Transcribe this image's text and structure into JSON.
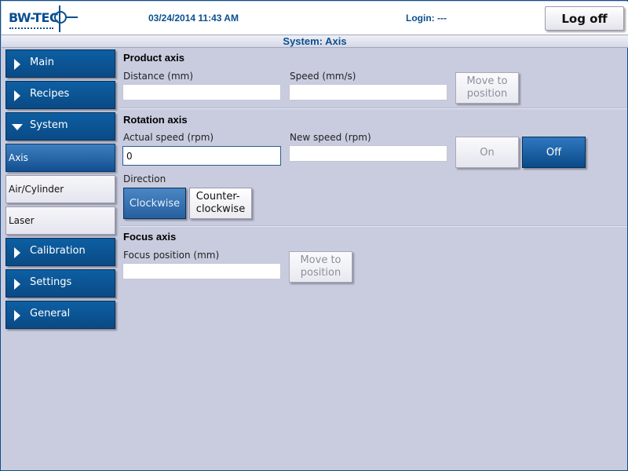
{
  "header": {
    "logo_text": "BW-TEC",
    "datetime": "03/24/2014 11:43 AM",
    "login": "Login: ---",
    "logoff_label": "Log off"
  },
  "title": "System: Axis",
  "sidebar": {
    "items": [
      {
        "label": "Main",
        "type": "group",
        "icon": "chevron-right-icon"
      },
      {
        "label": "Recipes",
        "type": "group",
        "icon": "chevron-right-icon"
      },
      {
        "label": "System",
        "type": "group",
        "icon": "chevron-down-icon",
        "expanded": true
      },
      {
        "label": "Axis",
        "type": "sub",
        "active": true
      },
      {
        "label": "Air/Cylinder",
        "type": "sub"
      },
      {
        "label": "Laser",
        "type": "sub"
      },
      {
        "label": "Calibration",
        "type": "group",
        "icon": "chevron-right-icon"
      },
      {
        "label": "Settings",
        "type": "group",
        "icon": "chevron-right-icon"
      },
      {
        "label": "General",
        "type": "group",
        "icon": "chevron-right-icon"
      }
    ]
  },
  "product_axis": {
    "title": "Product axis",
    "distance_label": "Distance (mm)",
    "distance_value": "",
    "speed_label": "Speed (mm/s)",
    "speed_value": "",
    "move_button": "Move to\nposition"
  },
  "rotation_axis": {
    "title": "Rotation axis",
    "actual_speed_label": "Actual speed (rpm)",
    "actual_speed_value": "0",
    "new_speed_label": "New speed (rpm)",
    "new_speed_value": "",
    "on_label": "On",
    "off_label": "Off",
    "direction_label": "Direction",
    "clockwise_label": "Clockwise",
    "counterclockwise_label": "Counter-\nclockwise"
  },
  "focus_axis": {
    "title": "Focus axis",
    "position_label": "Focus position (mm)",
    "position_value": "",
    "move_button": "Move to\nposition"
  },
  "colors": {
    "brand": "#0a4f8f",
    "background": "#c9ccdf",
    "nav_active": "#134f90"
  }
}
